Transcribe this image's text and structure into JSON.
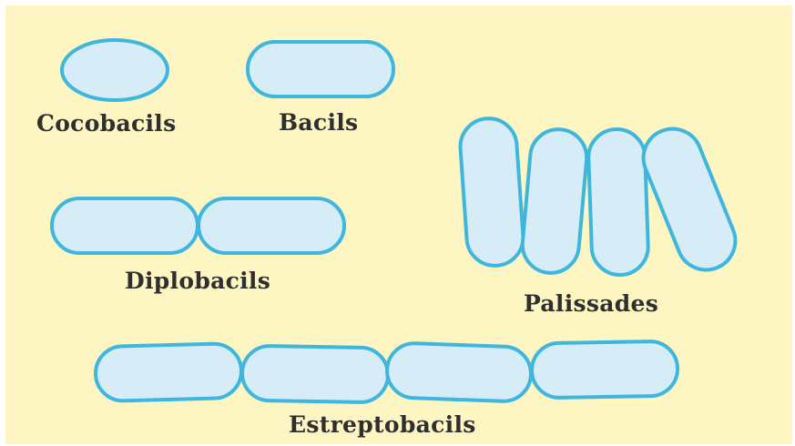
{
  "colors": {
    "background": "#fdf6c3",
    "cell_fill": "#d6ecf7",
    "cell_stroke": "#3fb6de",
    "text": "#2f2f2f"
  },
  "labels": {
    "cocobacils": "Cocobacils",
    "bacils": "Bacils",
    "diplobacils": "Diplobacils",
    "palissades": "Palissades",
    "estreptobacils": "Estreptobacils"
  }
}
